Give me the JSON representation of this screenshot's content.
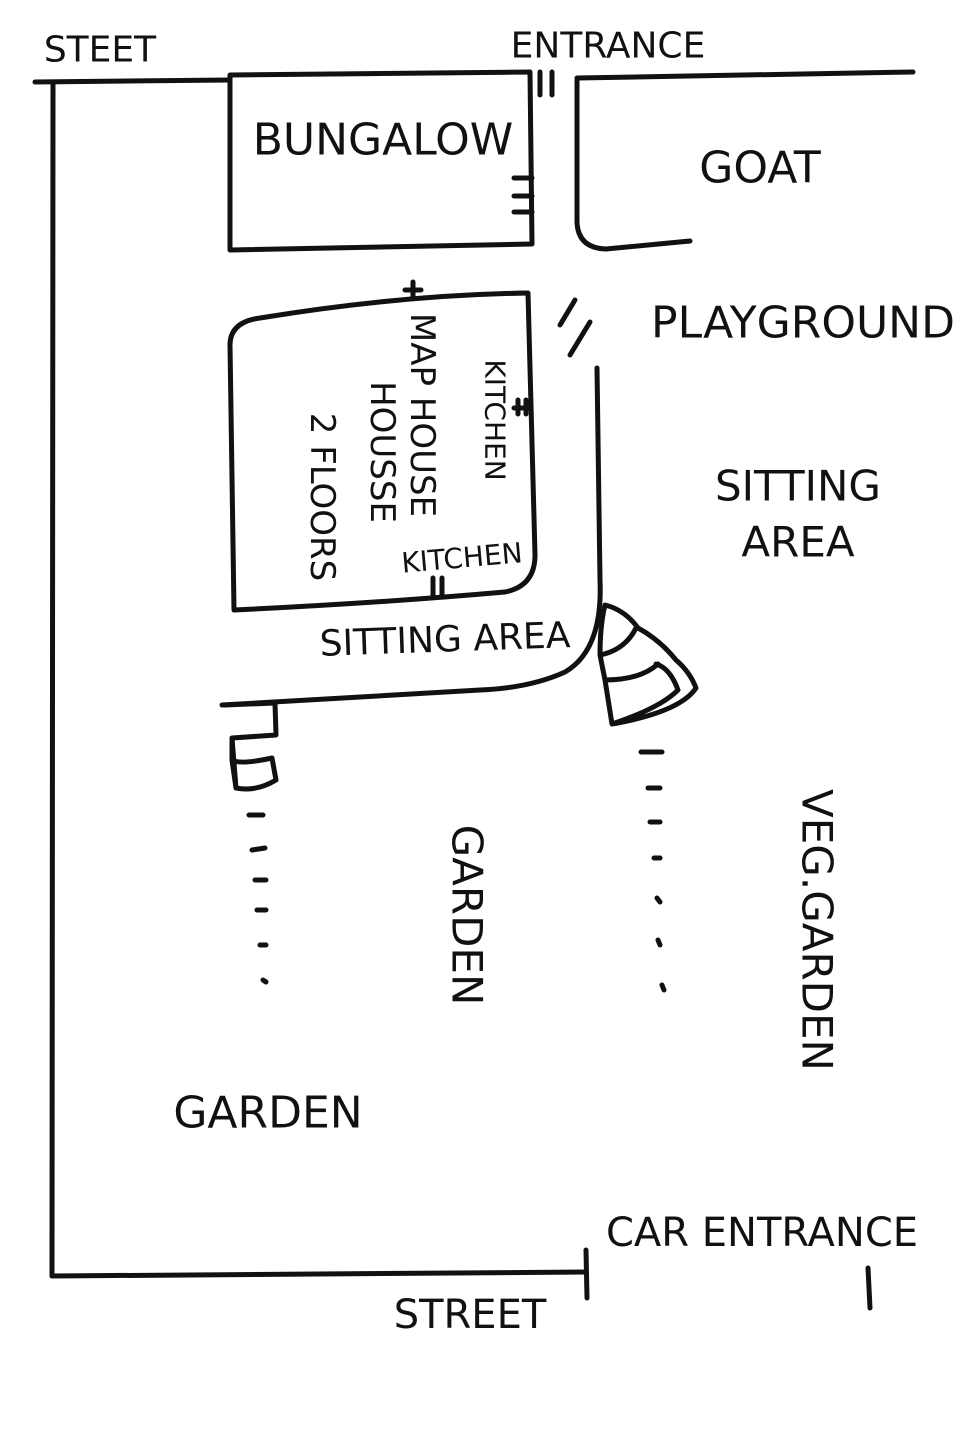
{
  "labels": {
    "street_top": "STEET",
    "entrance": "ENTRANCE",
    "bungalow": "BUNGALOW",
    "goat": "GOAT",
    "playground": "PLAYGROUND",
    "sitting_area_right_1": "SITTING",
    "sitting_area_right_2": "AREA",
    "map_house": "MAP HOUSE",
    "housse": "HOUSSE",
    "floors": "2 FLOORS",
    "kitchen_vertical": "KITCHEN",
    "kitchen_horizontal": "KITCHEN",
    "sitting_area_bottom": "SITTING AREA",
    "garden_vertical": "GARDEN",
    "veg_garden": "VEG.GARDEN",
    "garden_bottom": "GARDEN",
    "car_entrance": "CAR ENTRANCE",
    "street_bottom": "STREET"
  },
  "colors": {
    "ink": "#111111",
    "background": "#ffffff"
  }
}
